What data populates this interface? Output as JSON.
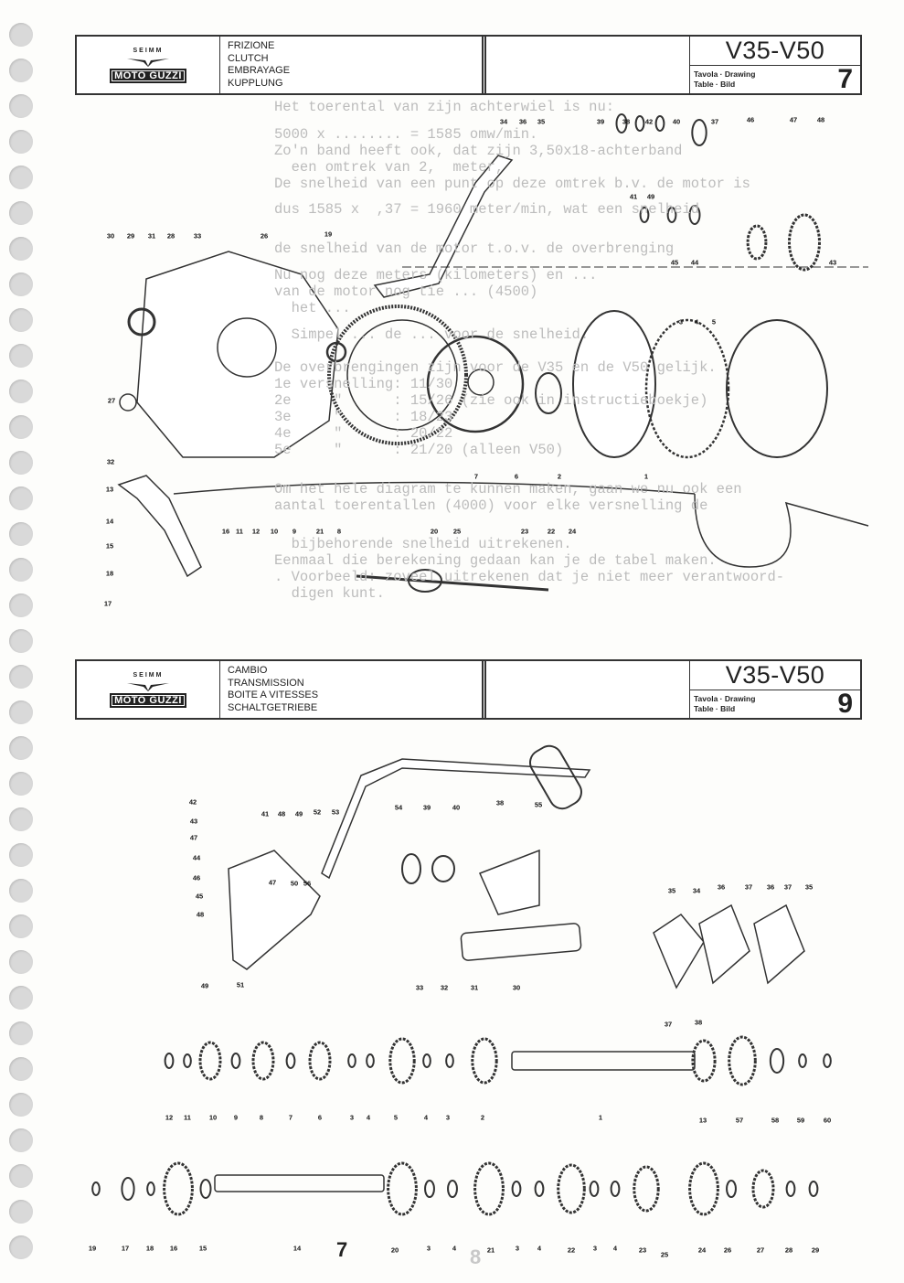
{
  "clutch_header": {
    "seimm": "SEIMM",
    "brand": "MOTO GUZZI",
    "titles": [
      "FRIZIONE",
      "CLUTCH",
      "EMBRAYAGE",
      "KUPPLUNG"
    ],
    "model": "V35-V50",
    "tab_label_1": "Tavola · Drawing",
    "tab_label_2": "Table · Bild",
    "table_number": "7"
  },
  "gearbox_header": {
    "seimm": "SEIMM",
    "brand": "MOTO GUZZI",
    "titles": [
      "CAMBIO",
      "TRANSMISSION",
      "BOITE A VITESSES",
      "SCHALTGETRIEBE"
    ],
    "model": "V35-V50",
    "tab_label_1": "Tavola · Drawing",
    "tab_label_2": "Table · Bild",
    "table_number": "9"
  },
  "bleed_through_text": [
    "Het toerental van zijn achterwiel is nu:",
    "5000 x ........ = 1585 omw/min.",
    "Zo'n band heeft ook, dat zijn 3,50x18-achterband",
    "  een omtrek van 2,  meter,",
    "De snelheid van een punt op deze omtrek b.v. de motor is",
    "dus 1585 x  ,37 = 1960 meter/min, wat een snelheid",
    "de snelheid van de motor t.o.v. de overbrenging",
    "Nu nog deze meters (kilometers) en ...",
    "van de motor nog tie ... (4500)",
    "  het ...",
    "  Simpel ... de ... voor de snelheid.",
    "",
    "De overbrengingen zijn voor de V35 en de V50 gelijk.",
    "1e versnelling: 11/30",
    "2e     \"      : 15/26 (zie ook in instructieboekje)",
    "3e     \"      : 18/23",
    "4e     \"      : 20/22",
    "5e     \"      : 21/20 (alleen V50)",
    "Om het hele diagram te kunnen maken, gaan we nu ook een",
    "aantal toerentallen (4000) voor elke versnelling de",
    "  bijbehorende snelheid uitrekenen.",
    "Eenmaal die berekening gedaan kan je de tabel maken.",
    ". Voorbeeld: zoveel uitrekenen dat je niet meer verantwoord-",
    "  digen kunt."
  ],
  "clutch_diagram": {
    "labels": [
      "34",
      "36",
      "35",
      "39",
      "38",
      "42",
      "40",
      "37",
      "46",
      "47",
      "48",
      "41",
      "49",
      "45",
      "44",
      "43",
      "30",
      "29",
      "31",
      "28",
      "33",
      "26",
      "19",
      "3",
      "4",
      "5",
      "27",
      "7",
      "6",
      "2",
      "1",
      "32",
      "13",
      "14",
      "16",
      "11",
      "12",
      "10",
      "9",
      "21",
      "8",
      "20",
      "25",
      "23",
      "22",
      "24",
      "15",
      "18",
      "17"
    ]
  },
  "gearbox_diagram": {
    "labels": [
      "42",
      "43",
      "47",
      "44",
      "46",
      "45",
      "48",
      "49",
      "51",
      "41",
      "48",
      "49",
      "52",
      "53",
      "54",
      "39",
      "40",
      "38",
      "55",
      "47",
      "50",
      "56",
      "35",
      "34",
      "36",
      "37",
      "36",
      "37",
      "35",
      "33",
      "32",
      "31",
      "30",
      "37",
      "38",
      "12",
      "11",
      "10",
      "9",
      "8",
      "7",
      "6",
      "3",
      "4",
      "5",
      "4",
      "3",
      "2",
      "1",
      "13",
      "57",
      "58",
      "59",
      "60",
      "19",
      "17",
      "18",
      "16",
      "15",
      "14",
      "20",
      "3",
      "4",
      "21",
      "3",
      "4",
      "22",
      "3",
      "4",
      "23",
      "25",
      "24",
      "26",
      "27",
      "28",
      "29"
    ]
  },
  "page_number": "7",
  "bleed_page_number": "8"
}
